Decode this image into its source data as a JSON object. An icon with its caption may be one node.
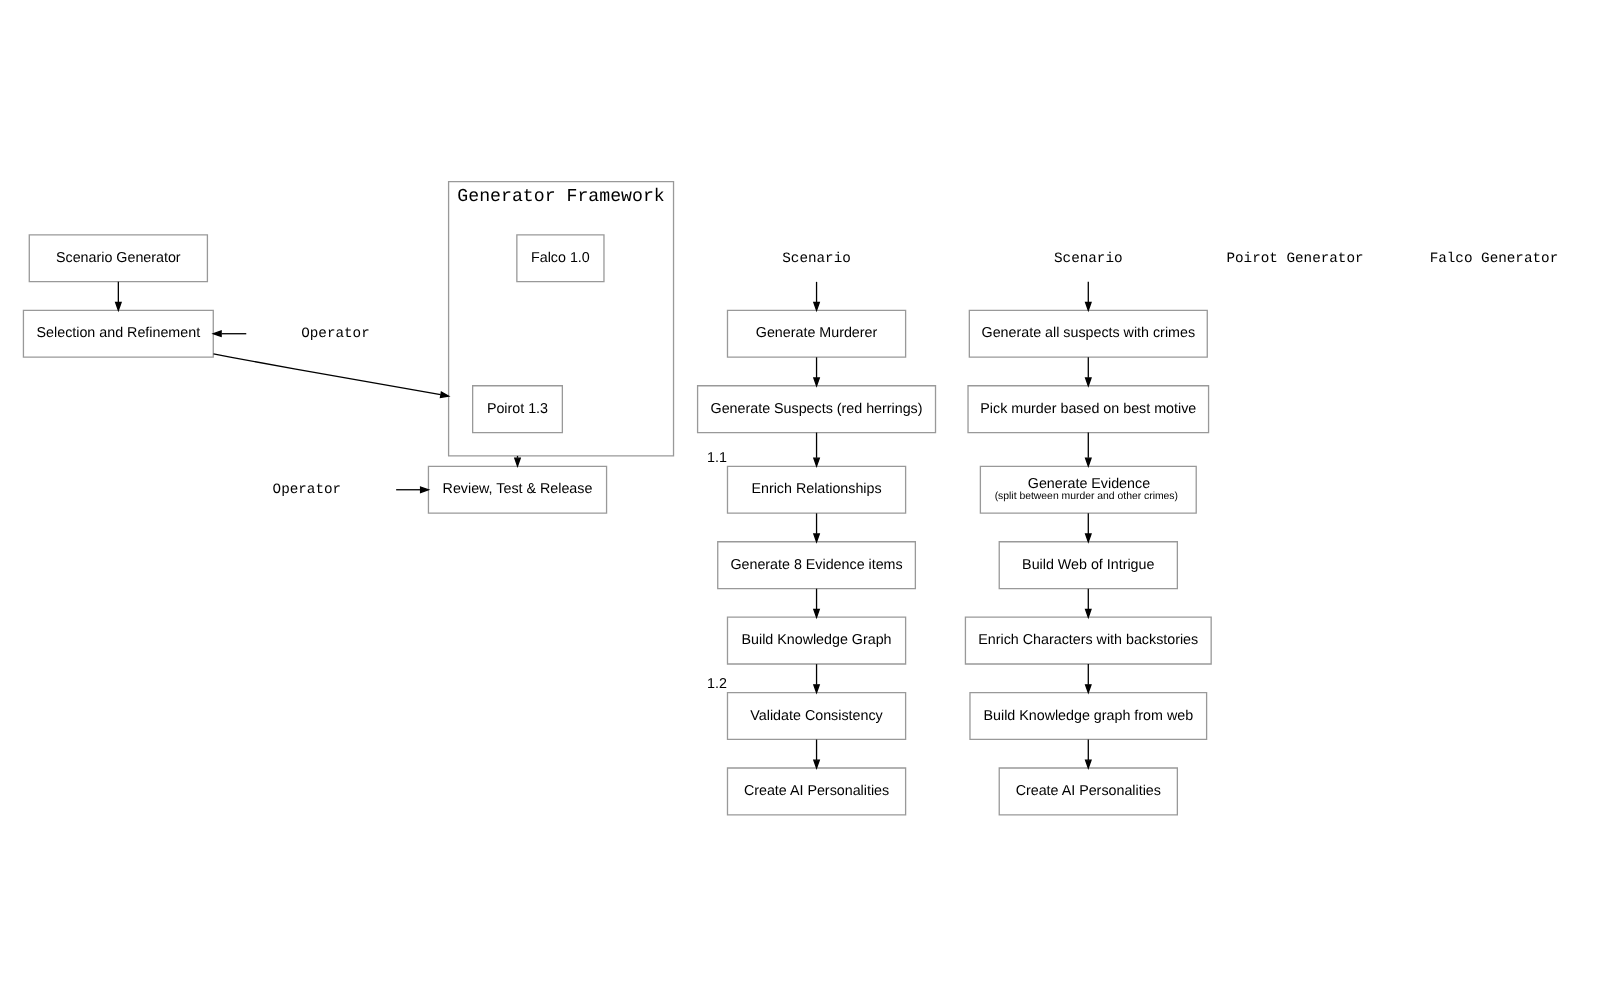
{
  "diagram": {
    "nodes": [
      {
        "text": [
          "Scenario Generator"
        ]
      },
      {
        "text": [
          "Selection and Refinement"
        ]
      },
      {
        "text": [
          "Operator"
        ]
      },
      {
        "text": [
          "Generator Framework"
        ]
      },
      {
        "text": [
          "Poirot 1.3"
        ],
        "in": 3
      },
      {
        "text": [
          "Falco 1.0"
        ],
        "in": 3
      },
      {
        "text": [
          "Review, Test & Release"
        ]
      },
      {
        "text": [
          "Operator"
        ]
      },
      {
        "text": [
          "Scenario"
        ]
      },
      {
        "text": [
          "Generate Murderer"
        ]
      },
      {
        "text": [
          "Generate Suspects (red herrings)"
        ]
      },
      {
        "text": [
          "Enrich Relationships"
        ],
        "beside": [
          "1.1"
        ]
      },
      {
        "text": [
          "Generate 8 Evidence items"
        ]
      },
      {
        "text": [
          "Build Knowledge Graph"
        ]
      },
      {
        "text": [
          "Validate Consistency"
        ],
        "beside": [
          "1.2"
        ]
      },
      {
        "text": [
          "Create AI Personalities"
        ]
      },
      {
        "text": [
          "Scenario"
        ]
      },
      {
        "text": [
          "Generate all suspects with crimes"
        ]
      },
      {
        "text": [
          "Pick murder based on best motive"
        ]
      },
      {
        "text": [
          "Generate Evidence",
          "(split between murder and other crimes)"
        ]
      },
      {
        "text": [
          "Build Web of Intrigue"
        ]
      },
      {
        "text": [
          "Enrich Characters with backstories"
        ]
      },
      {
        "text": [
          "Build Knowledge graph from web"
        ]
      },
      {
        "text": [
          "Create AI Personalities"
        ]
      }
    ],
    "edges": [
      {
        "from": 0,
        "to": 1,
        "arrow": "to"
      },
      {
        "from": 2,
        "to": 1,
        "arrow": "to"
      },
      {
        "from": 1,
        "to": 3,
        "arrow": "to"
      },
      {
        "from": 3,
        "to": 6,
        "arrow": "to"
      },
      {
        "from": 7,
        "to": 6,
        "arrow": "to"
      },
      {
        "from": 8,
        "to": 9,
        "arrow": "to"
      },
      {
        "from": 9,
        "to": 10,
        "arrow": "to"
      },
      {
        "from": 10,
        "to": 11,
        "arrow": "to"
      },
      {
        "from": 11,
        "to": 12,
        "arrow": "to"
      },
      {
        "from": 12,
        "to": 13,
        "arrow": "to"
      },
      {
        "from": 13,
        "to": 14,
        "arrow": "to"
      },
      {
        "from": 14,
        "to": 15,
        "arrow": "to"
      },
      {
        "from": 16,
        "to": 17,
        "arrow": "to"
      },
      {
        "from": 17,
        "to": 18,
        "arrow": "to"
      },
      {
        "from": 18,
        "to": 19,
        "arrow": "to"
      },
      {
        "from": 19,
        "to": 20,
        "arrow": "to"
      },
      {
        "from": 20,
        "to": 21,
        "arrow": "to"
      },
      {
        "from": 21,
        "to": 22,
        "arrow": "to"
      },
      {
        "from": 22,
        "to": 23,
        "arrow": "to"
      }
    ],
    "labels": [
      "Poirot Generator",
      "Falco Generator"
    ]
  }
}
